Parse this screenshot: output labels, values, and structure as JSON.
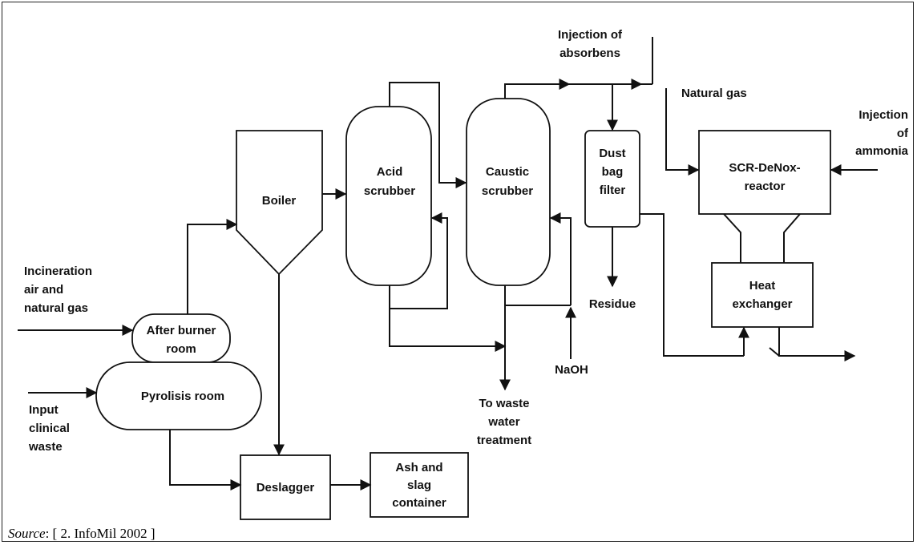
{
  "diagram": {
    "nodes": {
      "boiler": [
        "Boiler"
      ],
      "acid_scrubber": [
        "Acid",
        "scrubber"
      ],
      "caustic_scrubber": [
        "Caustic",
        "scrubber"
      ],
      "dust_filter": [
        "Dust",
        "bag",
        "filter"
      ],
      "scr_reactor": [
        "SCR-DeNox-",
        "reactor"
      ],
      "heat_exchanger": [
        "Heat",
        "exchanger"
      ],
      "after_burner": [
        "After burner",
        "room"
      ],
      "pyrolysis": [
        "Pyrolisis room"
      ],
      "deslagger": [
        "Deslagger"
      ],
      "ash_container": [
        "Ash and",
        "slag",
        "container"
      ]
    },
    "labels": {
      "injection_absorbens": [
        "Injection of",
        "absorbens"
      ],
      "natural_gas": [
        "Natural gas"
      ],
      "injection_ammonia": [
        "Injection",
        "of",
        "ammonia"
      ],
      "incineration_air": [
        "Incineration",
        "air and",
        "natural gas"
      ],
      "input_waste": [
        "Input",
        "clinical",
        "waste"
      ],
      "residue": [
        "Residue"
      ],
      "naoh": [
        "NaOH"
      ],
      "waste_water": [
        "To waste",
        "water",
        "treatment"
      ]
    }
  },
  "source": {
    "label": "Source",
    "text": ": [ 2. InfoMil 2002 ]"
  }
}
